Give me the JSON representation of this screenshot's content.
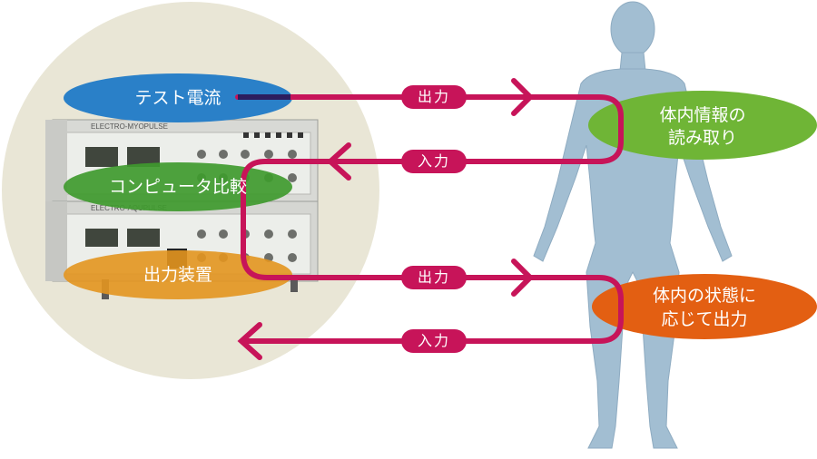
{
  "device": {
    "panel_top": "ELECTRO-MYOPULSE",
    "panel_bottom": "ELECTRO-AQUPULSE"
  },
  "left_labels": {
    "test_current": "テスト電流",
    "computer_compare": "コンピュータ比較",
    "output_device": "出力装置"
  },
  "right_labels": {
    "read_line1": "体内情報の",
    "read_line2": "読み取り",
    "respond_line1": "体内の状態に",
    "respond_line2": "応じて出力"
  },
  "arrows": {
    "out1": "出力",
    "in1": "入力",
    "out2": "出力",
    "in2": "入力"
  },
  "colors": {
    "circle_bg": "#e9e6d6",
    "blue": "#2a80c8",
    "green": "#3f9a2e",
    "orange": "#e3951f",
    "right_green": "#6fb536",
    "right_orange": "#e35f12",
    "arrow": "#c71459",
    "body": "#9bb9cf"
  }
}
